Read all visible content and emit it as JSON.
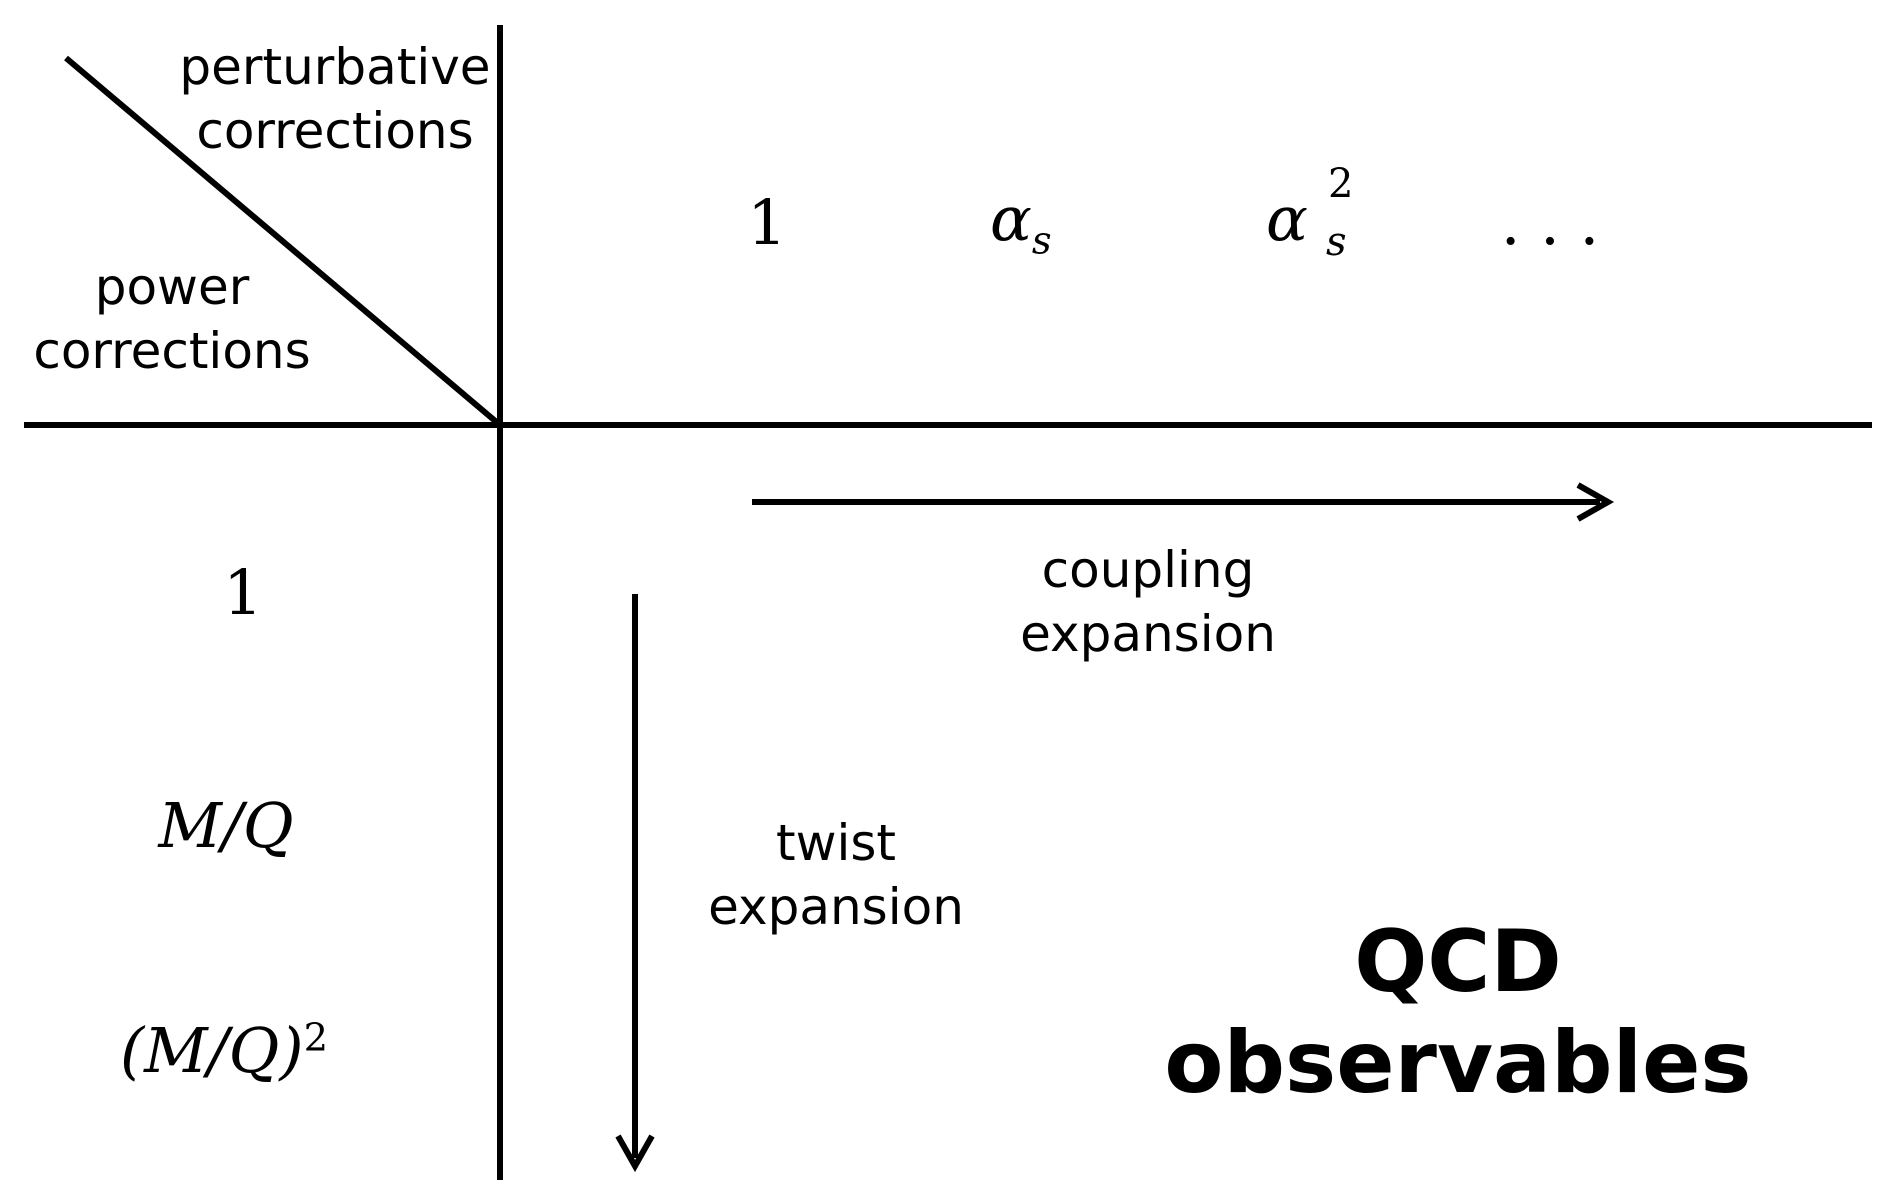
{
  "corner": {
    "top_right_label": [
      "perturbative",
      "corrections"
    ],
    "bottom_left_label": [
      "power",
      "corrections"
    ]
  },
  "columns": {
    "one": "1",
    "alpha": "α",
    "alpha_sub": "s",
    "alpha2": "α",
    "alpha2_sub": "s",
    "alpha2_sup": "2",
    "dots": ". . ."
  },
  "rows": {
    "one": "1",
    "mq": "M/Q",
    "mq2_base": "(M/Q)",
    "mq2_sup": "2"
  },
  "arrows": {
    "coupling": [
      "coupling",
      "expansion"
    ],
    "twist": [
      "twist",
      "expansion"
    ]
  },
  "title": [
    "QCD",
    "observables"
  ]
}
